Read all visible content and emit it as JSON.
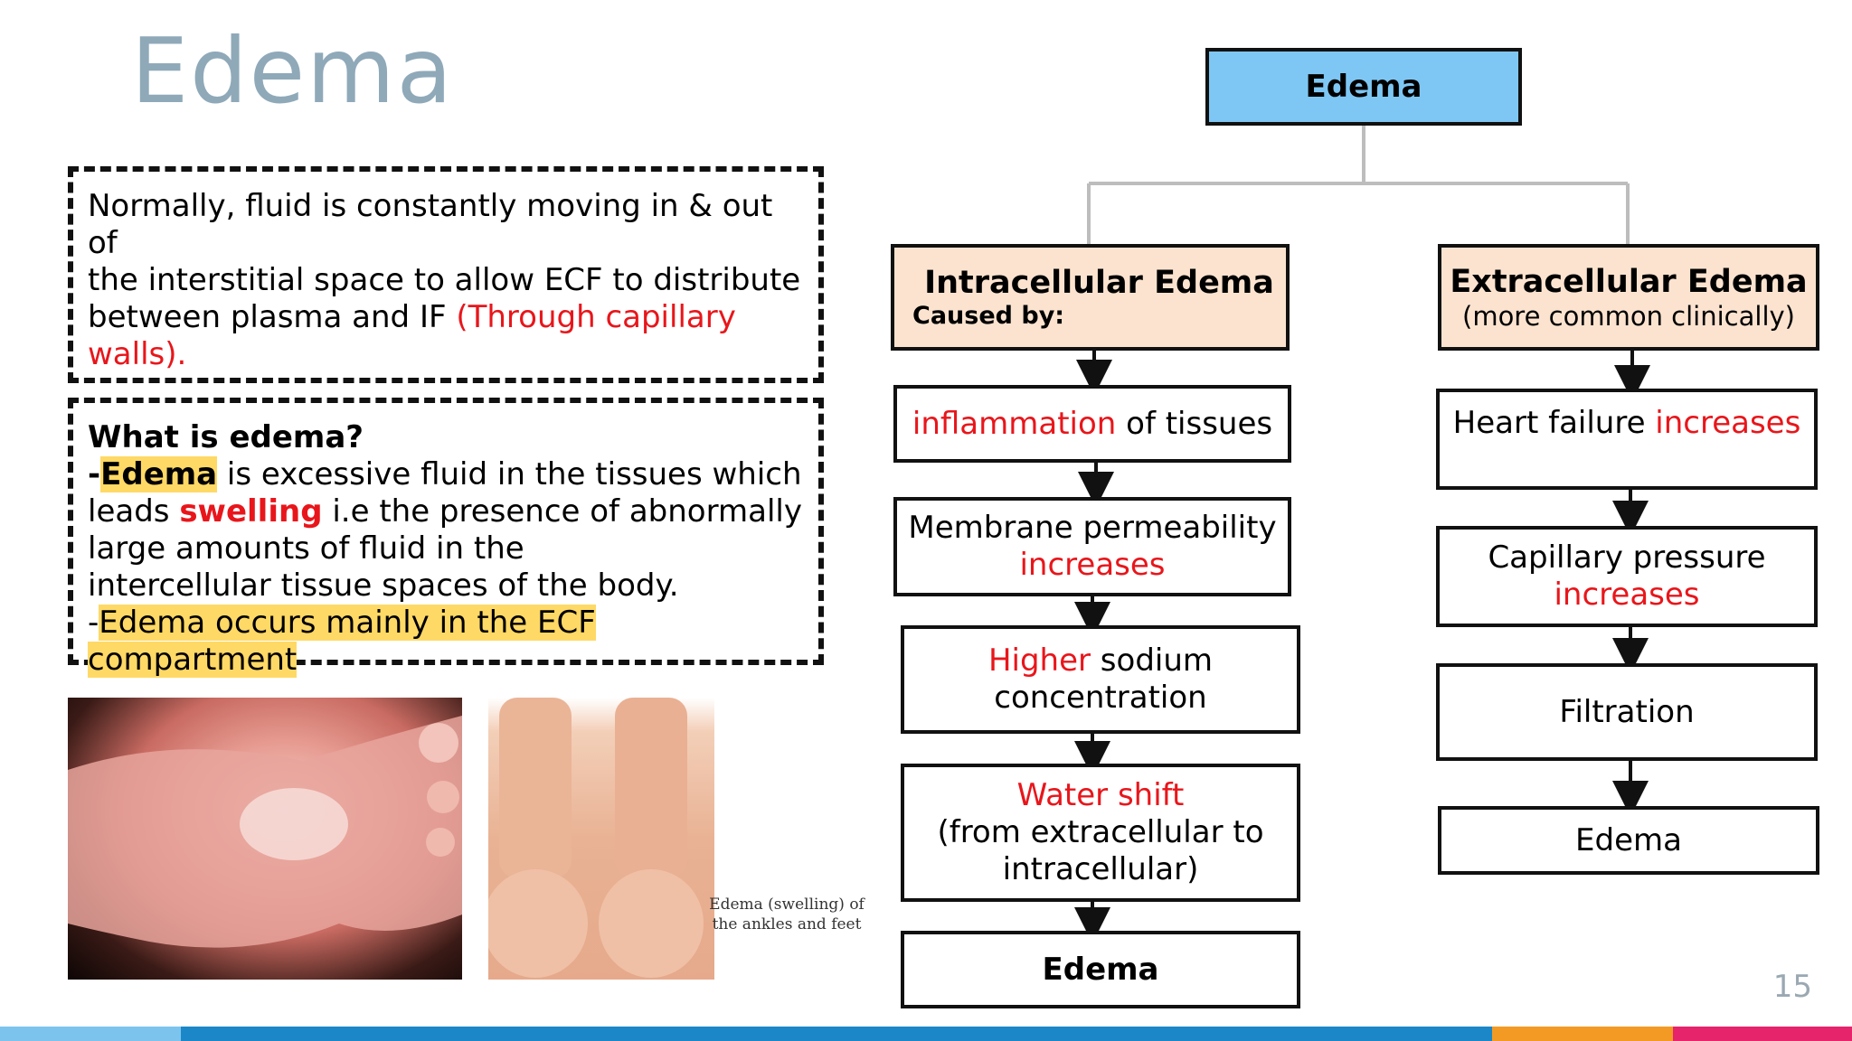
{
  "slide": {
    "title": "Edema",
    "page_number": "15"
  },
  "box1": {
    "line1": "Normally, fluid is constantly moving in & out of",
    "line2": "the interstitial space to allow ECF to distribute",
    "line3_prefix": "between plasma and IF ",
    "line3_red": "(Through capillary walls)."
  },
  "box2": {
    "heading": "What is edema?",
    "l1_dash": "-",
    "l1_term": "Edema",
    "l1_rest": " is excessive fluid in the tissues which",
    "l2_prefix": "leads ",
    "l2_red": "swelling",
    "l2_rest": " i.e the presence of abnormally",
    "l3": "large amounts of fluid in the",
    "l4": "intercellular tissue spaces of the body.",
    "l5_dash": "-",
    "l5_hl": "Edema occurs mainly in the ECF compartment"
  },
  "images": {
    "caption_line1": "Edema (swelling) of",
    "caption_line2": "the ankles and feet"
  },
  "flow": {
    "root": "Edema",
    "intra": {
      "title": "Intracellular Edema",
      "subtitle": "Caused by:",
      "s1_red": "inflammation",
      "s1_rest": " of tissues",
      "s2_line1": "Membrane permeability",
      "s2_red": "increases",
      "s3_red": "Higher",
      "s3_rest": " sodium",
      "s3_line2": "concentration",
      "s4_red": "Water shift",
      "s4_line2": "(from extracellular to",
      "s4_line3": "intracellular)",
      "s5": "Edema"
    },
    "extra": {
      "title": "Extracellular Edema",
      "subtitle": "(more common clinically)",
      "s1_text": "Heart failure ",
      "s1_red": "increases",
      "s2_line1": "Capillary pressure",
      "s2_red": "increases",
      "s3": "Filtration",
      "s4": "Edema"
    }
  },
  "colors": {
    "title": "#8fa9b9",
    "red": "#e8161b",
    "highlight": "#ffd966",
    "root_fill": "#7ec7f4",
    "category_fill": "#fbe3cf",
    "bar_segments": [
      "#7cc4ee",
      "#1b87c9",
      "#f39a24",
      "#e5246b"
    ]
  }
}
